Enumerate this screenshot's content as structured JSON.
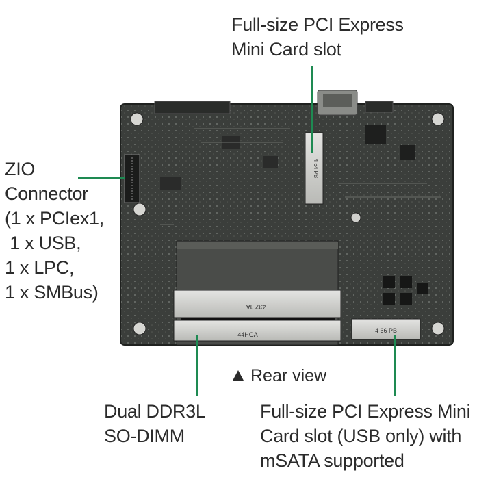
{
  "labels": {
    "pcie_top": [
      "Full-size PCI Express",
      "Mini Card slot"
    ],
    "zio": [
      "ZIO",
      "Connector",
      "(1 x PCIex1,",
      " 1 x USB,",
      "1 x LPC,",
      "1 x SMBus)"
    ],
    "ddr": [
      "Dual DDR3L",
      "SO-DIMM"
    ],
    "pcie_bottom": [
      "Full-size PCI Express Mini",
      "Card slot (USB only) with",
      "mSATA supported"
    ]
  },
  "caption": "Rear view",
  "board_marks": {
    "slot_upper": "43Z JA",
    "slot_lower": "44HGA",
    "msata_slot": "4 66 PB",
    "pcie_slot": "4 64 PB"
  },
  "colors": {
    "leader": "#1e8a52",
    "text": "#2b2b2b",
    "board": "#3a3d3a"
  }
}
